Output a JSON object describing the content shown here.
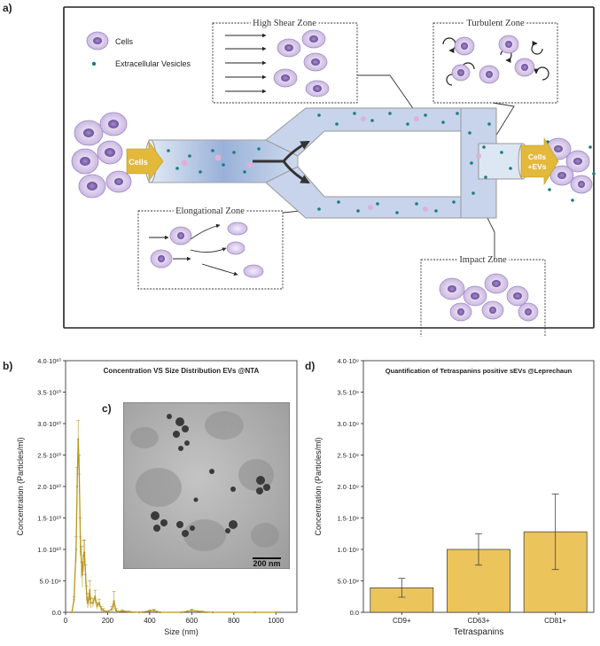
{
  "panel_a": {
    "letter": "a)",
    "legend": {
      "cells": "Cells",
      "evs": "Extracellular Vesicles"
    },
    "zones": {
      "high_shear": "High Shear Zone",
      "turbulent": "Turbulent Zone",
      "elongational": "Elongational Zone",
      "impact": "Impact Zone"
    },
    "inlet_label": "Cells",
    "outlet_label_1": "Cells",
    "outlet_label_2": "+EVs"
  },
  "panel_b_letter": "b)",
  "panel_c": {
    "letter": "c)",
    "scale_bar": "200 nm"
  },
  "panel_d_letter": "d)",
  "chart_data": [
    {
      "type": "line",
      "title": "Concentration VS Size Distribution EVs @NTA",
      "xlabel": "Size (nm)",
      "ylabel": "Concentration (Particles/ml)",
      "xlim": [
        0,
        1100
      ],
      "ylim": [
        0,
        40000000000.0
      ],
      "xticks": [
        "0",
        "200",
        "400",
        "600",
        "800",
        "1000"
      ],
      "yticks": [
        "0.0",
        "5.0·10⁹",
        "1.0·10¹⁰",
        "1.5·10¹⁰",
        "2.0·10¹⁰",
        "2.5·10¹⁰",
        "3.0·10¹⁰",
        "3.5·10¹⁰",
        "4.0·10¹⁰"
      ],
      "color": "#b8961f",
      "series": [
        {
          "x": [
            30,
            40,
            50,
            55,
            60,
            65,
            70,
            75,
            80,
            85,
            90,
            95,
            100,
            105,
            110,
            115,
            120,
            130,
            140,
            150,
            160,
            170,
            180,
            200,
            220,
            230,
            240,
            250,
            270,
            300,
            350,
            400,
            420,
            450,
            550,
            600,
            650,
            700,
            900,
            1000
          ],
          "y": [
            0,
            2000000000.0,
            10000000000.0,
            20000000000.0,
            27500000000.0,
            22000000000.0,
            12000000000.0,
            8000000000.0,
            6000000000.0,
            9000000000.0,
            9500000000.0,
            6000000000.0,
            3000000000.0,
            1500000000.0,
            2000000000.0,
            3500000000.0,
            1500000000.0,
            1500000000.0,
            2500000000.0,
            1000000000.0,
            1500000000.0,
            500000000.0,
            300000000.0,
            100000000.0,
            500000000.0,
            1800000000.0,
            300000000.0,
            100000000.0,
            200000000.0,
            100000000.0,
            0,
            200000000.0,
            300000000.0,
            0,
            0,
            300000000.0,
            100000000.0,
            0,
            0,
            0
          ],
          "err": [
            0,
            500000000.0,
            2000000000.0,
            3000000000.0,
            3000000000.0,
            3000000000.0,
            3000000000.0,
            2500000000.0,
            2000000000.0,
            2500000000.0,
            2000000000.0,
            1500000000.0,
            1200000000.0,
            800000000.0,
            1000000000.0,
            1500000000.0,
            800000000.0,
            700000000.0,
            1000000000.0,
            500000000.0,
            600000000.0,
            400000000.0,
            300000000.0,
            100000000.0,
            400000000.0,
            1500000000.0,
            300000000.0,
            100000000.0,
            200000000.0,
            100000000.0,
            0,
            200000000.0,
            200000000.0,
            0,
            0,
            200000000.0,
            100000000.0,
            0,
            0,
            0
          ]
        }
      ]
    },
    {
      "type": "bar",
      "title": "Quantification of Tetraspanins positive sEVs @Leprechaun",
      "xlabel": "Tetraspanins",
      "ylabel": "Concentration (Particles/ml)",
      "ylim": [
        0,
        4000000000.0
      ],
      "yticks": [
        "0.0",
        "5.0·10⁸",
        "1.0·10⁹",
        "1.5·10⁹",
        "2.0·10⁹",
        "2.5·10⁹",
        "3.0·10⁹",
        "3.5·10⁹",
        "4.0·10⁹"
      ],
      "categories": [
        "CD9+",
        "CD63+",
        "CD81+"
      ],
      "values": [
        390000000.0,
        1000000000.0,
        1280000000.0
      ],
      "errors": [
        150000000.0,
        250000000.0,
        600000000.0
      ],
      "color": "#ecc45c"
    }
  ]
}
